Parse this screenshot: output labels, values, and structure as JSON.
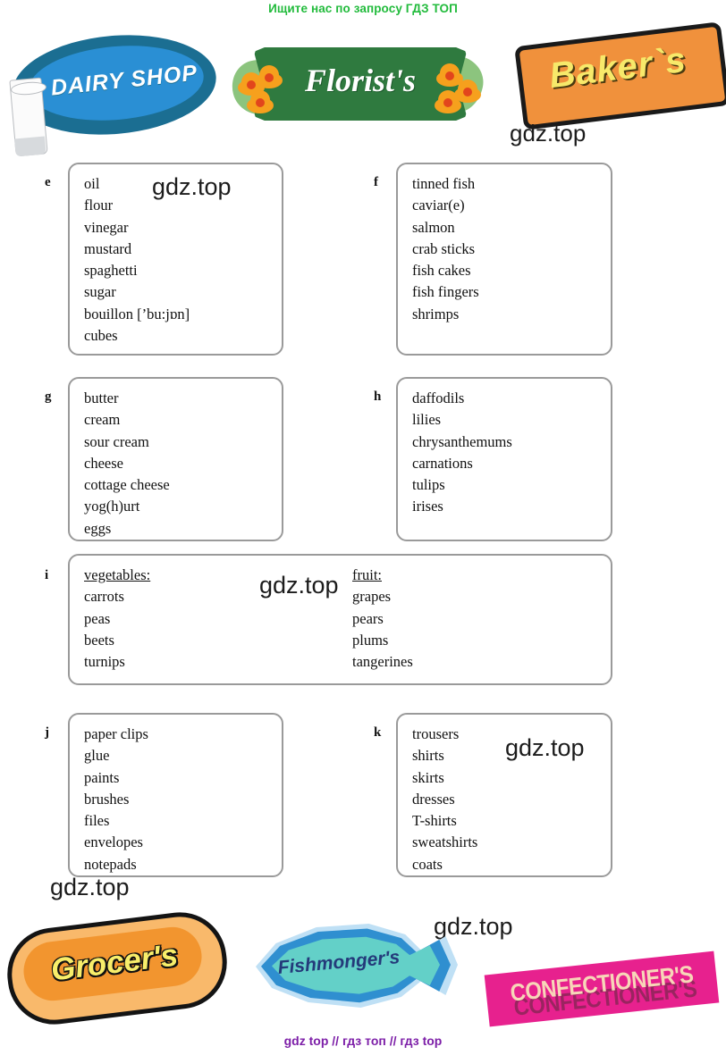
{
  "banner": {
    "text": "Ищите нас по запросу ГДЗ ТОП"
  },
  "footer": {
    "text": "gdz top  //  гдз топ  //  гдз top"
  },
  "watermarks": {
    "w1": "gdz.top",
    "w2": "gdz.top",
    "w3": "gdz.top",
    "w4": "gdz.top",
    "w5": "gdz.top",
    "w6": "gdz.top",
    "w7": "gdz.top"
  },
  "top_signs": [
    {
      "name": "dairy-shop-sign",
      "label": "DAIRY  SHOP",
      "bg": "#2a8fd4",
      "border": "#1b6e92",
      "text_color": "#ffffff"
    },
    {
      "name": "florists-sign",
      "label": "Florist's",
      "bg": "#2f7a3f",
      "text_color": "#ffffff",
      "flower_color": "#f6a01d",
      "leaf_color": "#8cc47e"
    },
    {
      "name": "bakers-sign",
      "label": "Baker`s",
      "bg": "#f0913c",
      "border": "#1a1a1a",
      "text_color": "#f7e96a"
    }
  ],
  "bottom_signs": [
    {
      "name": "grocers-sign",
      "label": "Grocer's",
      "bg": "#f9b96b",
      "inner": "#f2952f",
      "border": "#141414",
      "text_color": "#f8ee6a"
    },
    {
      "name": "fishmongers-sign",
      "label": "Fishmonger's",
      "bg": "#63d0c8",
      "outline": "#2f8fd0",
      "halo": "#bfe0f5",
      "text_color": "#243a7a"
    },
    {
      "name": "confectioners-sign",
      "label": "CONFECTIONER'S",
      "bg": "#e7218e",
      "text_color": "#f7d6b8"
    }
  ],
  "boxes": [
    {
      "id": "e",
      "items": [
        "oil",
        "flour",
        "vinegar",
        "mustard",
        "spaghetti",
        "sugar",
        "bouillon [’bu:jɒn]",
        "cubes"
      ]
    },
    {
      "id": "f",
      "items": [
        "tinned fish",
        "caviar(e)",
        "salmon",
        "crab sticks",
        "fish cakes",
        "fish fingers",
        "shrimps"
      ]
    },
    {
      "id": "g",
      "items": [
        "butter",
        "cream",
        "sour cream",
        "cheese",
        "cottage cheese",
        "yog(h)urt",
        "eggs"
      ]
    },
    {
      "id": "h",
      "items": [
        "daffodils",
        "lilies",
        "chrysanthemums",
        "carnations",
        "tulips",
        "irises"
      ]
    },
    {
      "id": "i",
      "columns": [
        {
          "heading": "vegetables:",
          "items": [
            "carrots",
            "peas",
            "beets",
            "turnips"
          ]
        },
        {
          "heading": "fruit:",
          "items": [
            "grapes",
            "pears",
            "plums",
            "tangerines"
          ]
        }
      ]
    },
    {
      "id": "j",
      "items": [
        "paper clips",
        "glue",
        "paints",
        "brushes",
        "files",
        "envelopes",
        "notepads"
      ]
    },
    {
      "id": "k",
      "items": [
        "trousers",
        "shirts",
        "skirts",
        "dresses",
        "T-shirts",
        "sweatshirts",
        "coats"
      ]
    }
  ]
}
